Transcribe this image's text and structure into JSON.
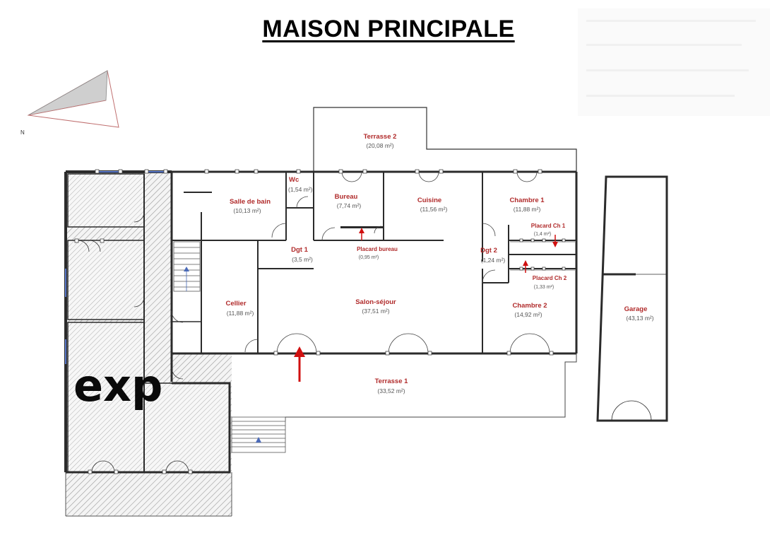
{
  "title": "MAISON PRINCIPALE",
  "compass": {
    "label": "N"
  },
  "logo": {
    "text": "exp"
  },
  "colors": {
    "label": "#b02a2a",
    "wall": "#2b2b2b",
    "hatch": "#8a8a8a",
    "arrow": "#d01010",
    "window": "#5a78c8"
  },
  "rooms": [
    {
      "id": "terrasse2",
      "name": "Terrasse 2",
      "area": "(20,08 m²)"
    },
    {
      "id": "salle-de-bain",
      "name": "Salle de bain",
      "area": "(10,13 m²)"
    },
    {
      "id": "wc",
      "name": "Wc",
      "area": "(1,54 m²)"
    },
    {
      "id": "bureau",
      "name": "Bureau",
      "area": "(7,74 m²)"
    },
    {
      "id": "cuisine",
      "name": "Cuisine",
      "area": "(11,56 m²)"
    },
    {
      "id": "chambre1",
      "name": "Chambre 1",
      "area": "(11,88 m²)"
    },
    {
      "id": "placard-ch1",
      "name": "Placard Ch 1",
      "area": "(1,4 m²)"
    },
    {
      "id": "dgt1",
      "name": "Dgt 1",
      "area": "(3,5 m²)"
    },
    {
      "id": "placard-bureau",
      "name": "Placard bureau",
      "area": "(0,95 m²)"
    },
    {
      "id": "dgt2",
      "name": "Dgt 2",
      "area": "(1,24 m²)"
    },
    {
      "id": "placard-ch2",
      "name": "Placard Ch 2",
      "area": "(1,33 m²)"
    },
    {
      "id": "cellier",
      "name": "Cellier",
      "area": "(11,88 m²)"
    },
    {
      "id": "salon-sejour",
      "name": "Salon-séjour",
      "area": "(37,51 m²)"
    },
    {
      "id": "chambre2",
      "name": "Chambre 2",
      "area": "(14,92 m²)"
    },
    {
      "id": "garage",
      "name": "Garage",
      "area": "(43,13 m²)"
    },
    {
      "id": "terrasse1",
      "name": "Terrasse 1",
      "area": "(33,52 m²)"
    }
  ]
}
